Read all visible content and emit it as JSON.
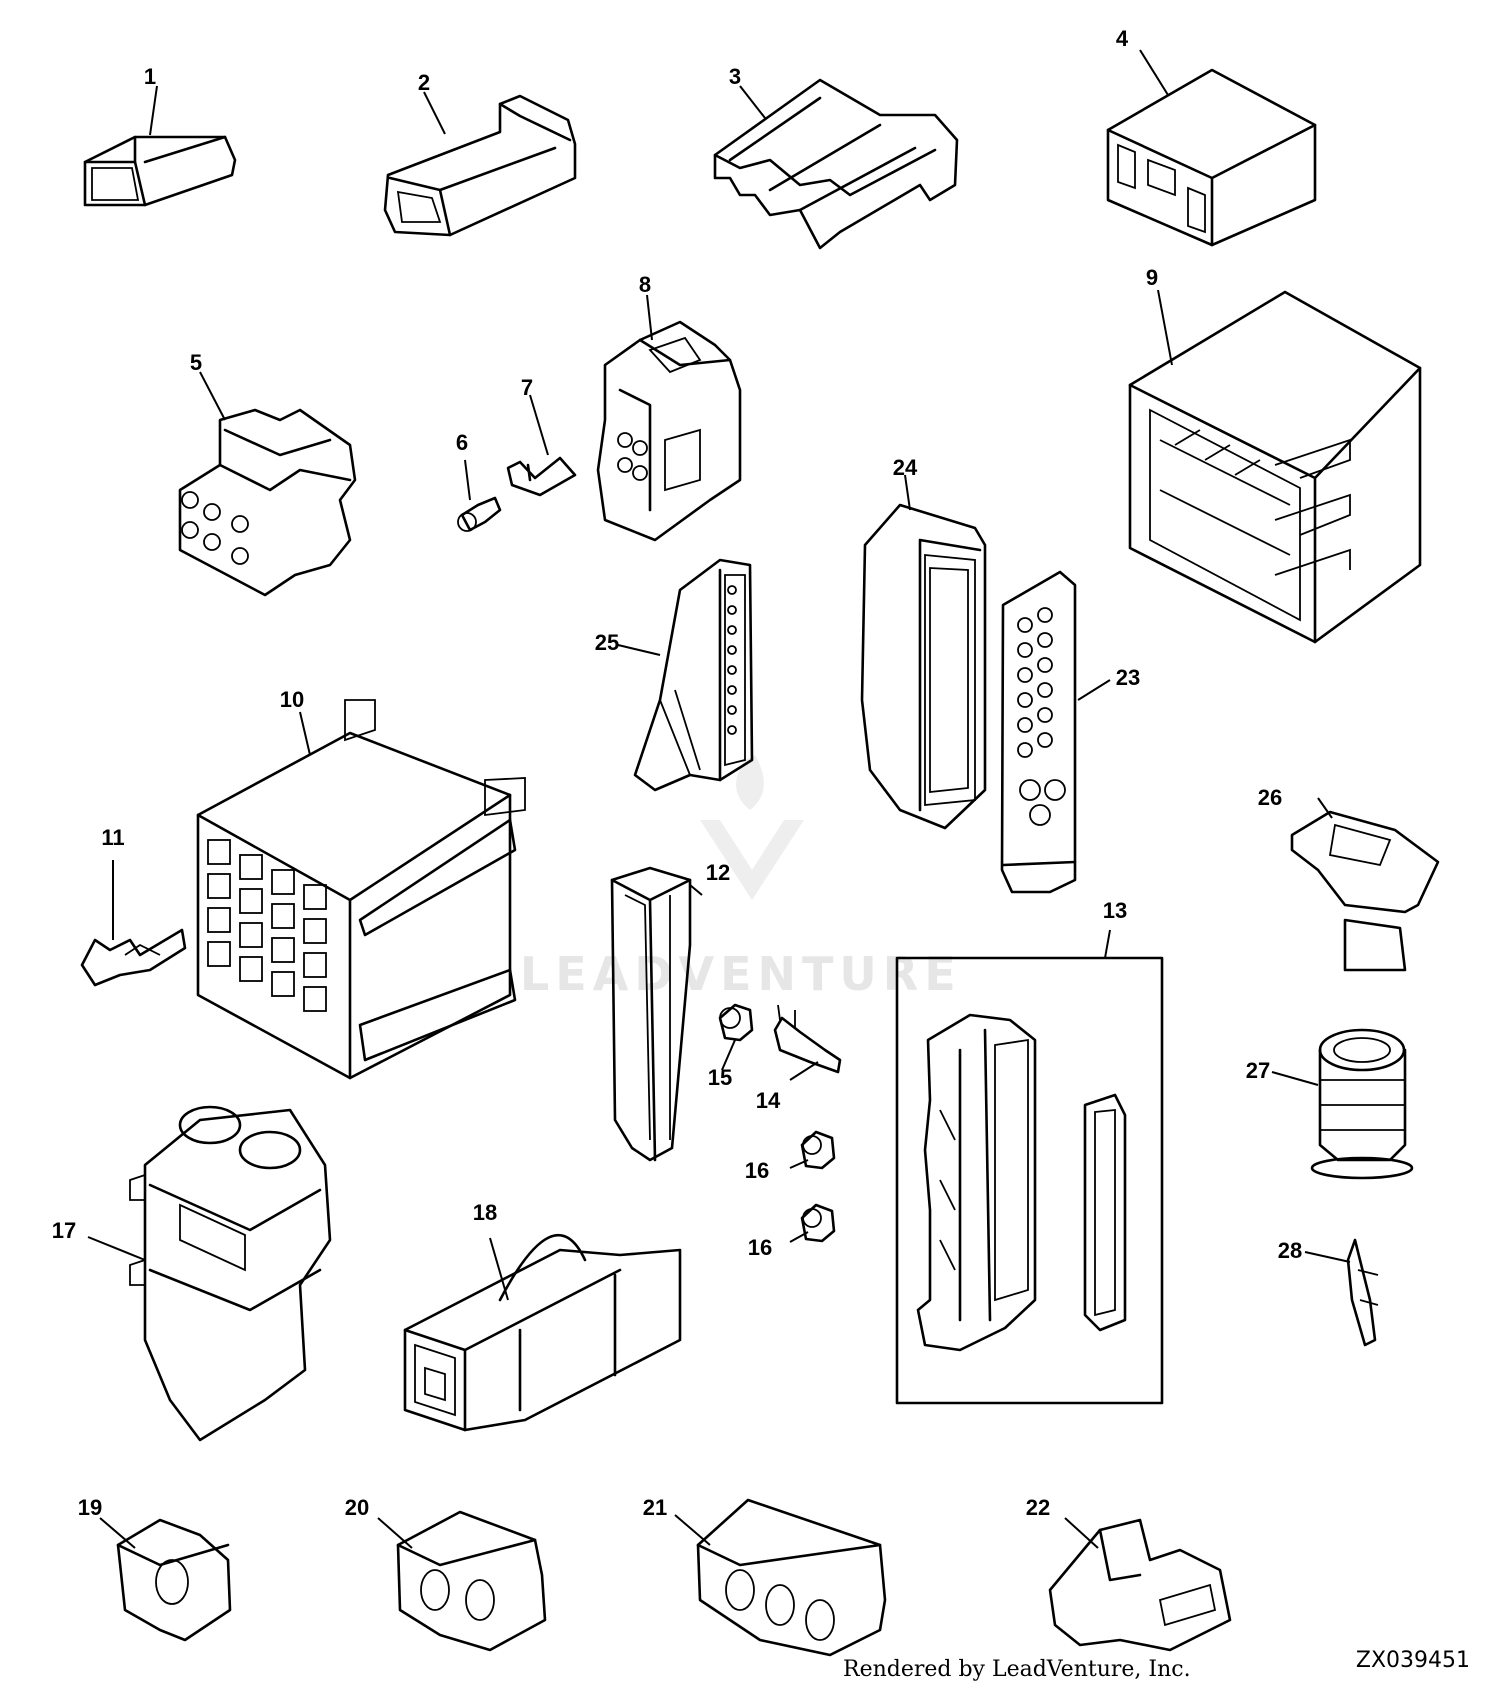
{
  "parts": [
    {
      "id": "p1",
      "label": "1"
    },
    {
      "id": "p2",
      "label": "2"
    },
    {
      "id": "p3",
      "label": "3"
    },
    {
      "id": "p4",
      "label": "4"
    },
    {
      "id": "p5",
      "label": "5"
    },
    {
      "id": "p6",
      "label": "6"
    },
    {
      "id": "p7",
      "label": "7"
    },
    {
      "id": "p8",
      "label": "8"
    },
    {
      "id": "p9",
      "label": "9"
    },
    {
      "id": "p10",
      "label": "10"
    },
    {
      "id": "p11",
      "label": "11"
    },
    {
      "id": "p12",
      "label": "12"
    },
    {
      "id": "p13",
      "label": "13"
    },
    {
      "id": "p14",
      "label": "14"
    },
    {
      "id": "p15",
      "label": "15"
    },
    {
      "id": "p16a",
      "label": "16"
    },
    {
      "id": "p16b",
      "label": "16"
    },
    {
      "id": "p17",
      "label": "17"
    },
    {
      "id": "p18",
      "label": "18"
    },
    {
      "id": "p19",
      "label": "19"
    },
    {
      "id": "p20",
      "label": "20"
    },
    {
      "id": "p21",
      "label": "21"
    },
    {
      "id": "p22",
      "label": "22"
    },
    {
      "id": "p23",
      "label": "23"
    },
    {
      "id": "p24",
      "label": "24"
    },
    {
      "id": "p25",
      "label": "25"
    },
    {
      "id": "p26",
      "label": "26"
    },
    {
      "id": "p27",
      "label": "27"
    },
    {
      "id": "p28",
      "label": "28"
    }
  ],
  "watermark": "LEADVENTURE",
  "drawing_code": "ZX039451",
  "render_credit": "Rendered by LeadVenture, Inc."
}
